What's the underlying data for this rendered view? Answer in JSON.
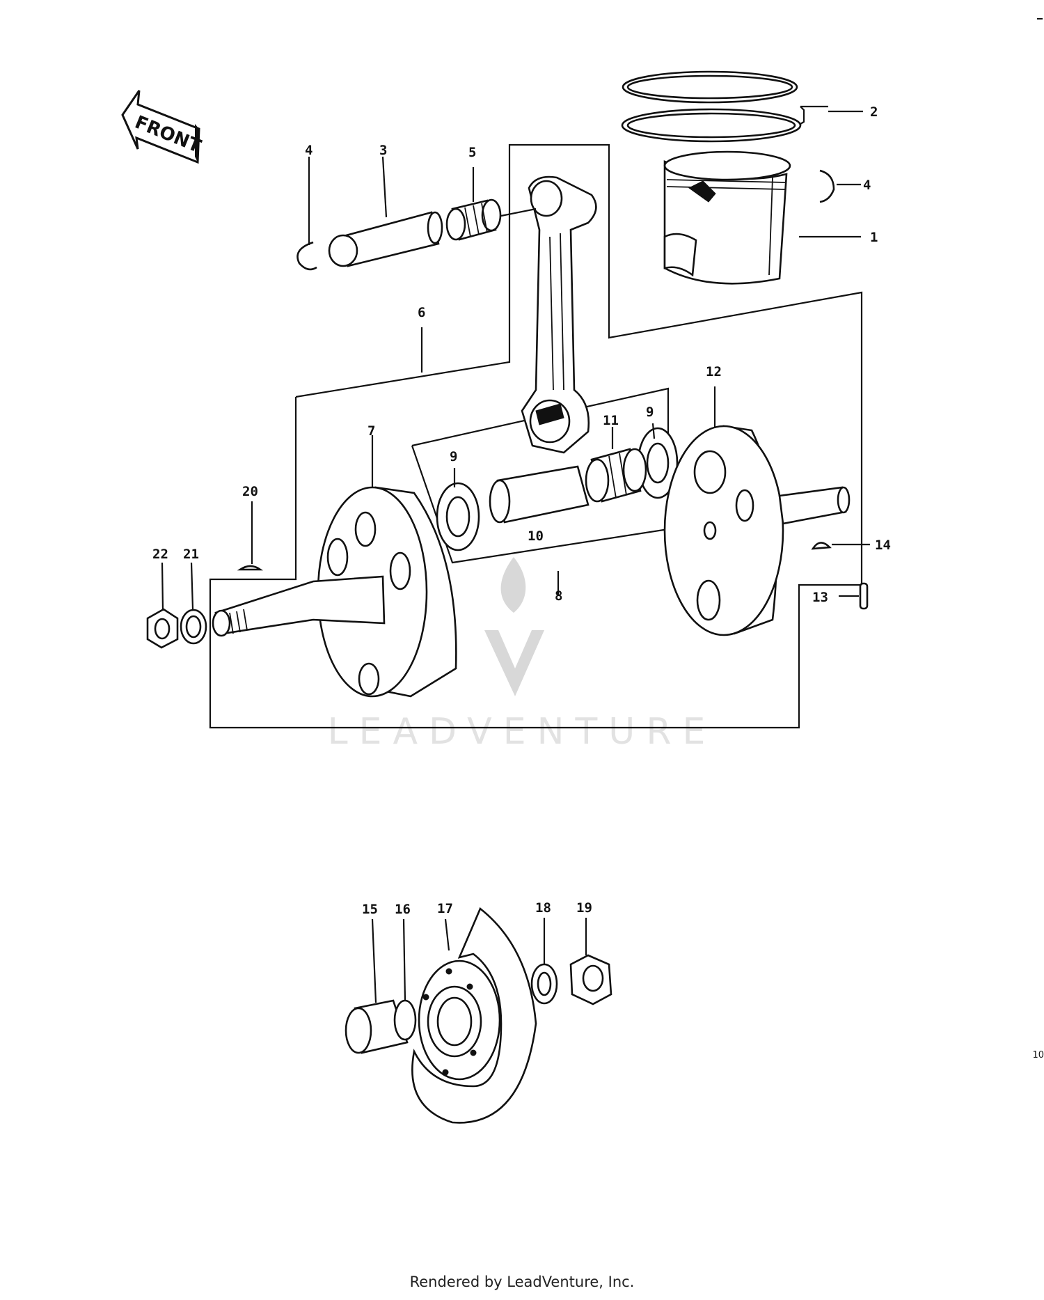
{
  "front_label": "FRONT",
  "callouts": {
    "c1": "1",
    "c2": "2",
    "c3": "3",
    "c4a": "4",
    "c4b": "4",
    "c5": "5",
    "c6": "6",
    "c7": "7",
    "c8": "8",
    "c9a": "9",
    "c9b": "9",
    "c10": "10",
    "c11": "11",
    "c12": "12",
    "c13": "13",
    "c14": "14",
    "c15": "15",
    "c16": "16",
    "c17": "17",
    "c18": "18",
    "c19": "19",
    "c20": "20",
    "c21": "21",
    "c22": "22"
  },
  "watermark": "LEADVENTURE",
  "footer": "Rendered by LeadVenture, Inc.",
  "page_number": "10"
}
